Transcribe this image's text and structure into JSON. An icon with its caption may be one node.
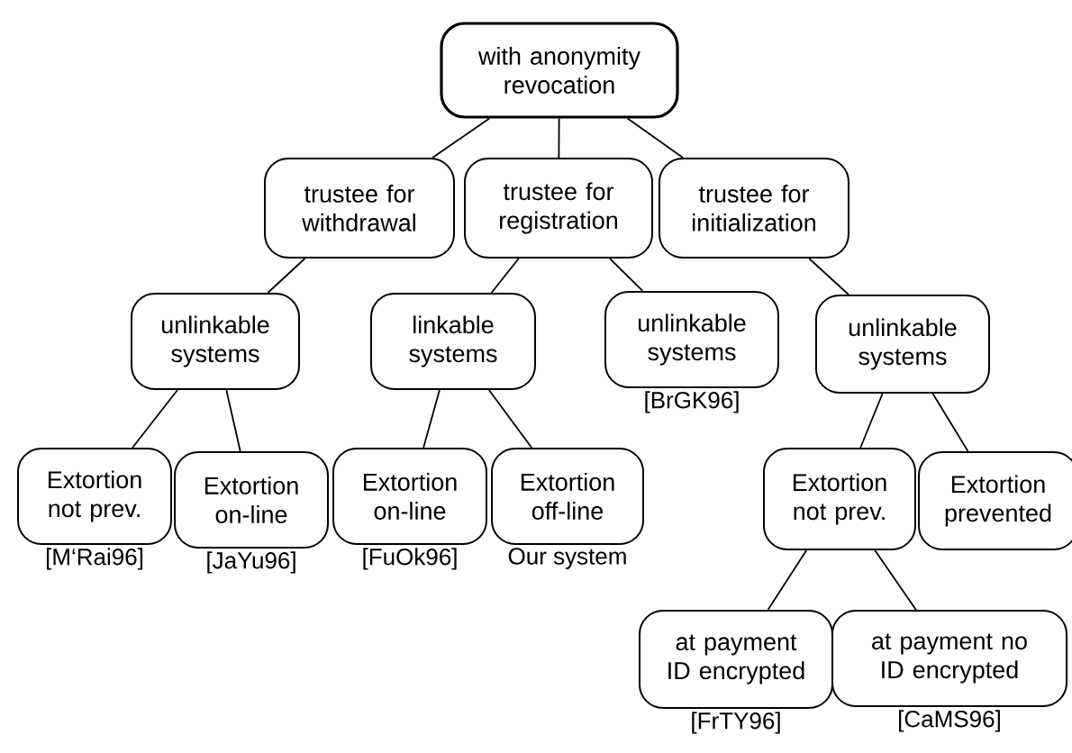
{
  "diagram": {
    "nodes": [
      {
        "text": [
          "with anonymity revocation"
        ]
      },
      {
        "text": [
          "trustee for withdrawal"
        ]
      },
      {
        "text": [
          "trustee for registration"
        ]
      },
      {
        "text": [
          "trustee for initialization"
        ]
      },
      {
        "text": [
          "unlinkable systems"
        ]
      },
      {
        "text": [
          "linkable systems"
        ]
      },
      {
        "text": [
          "unlinkable systems"
        ],
        "beside": [
          "[BrGK96]"
        ]
      },
      {
        "text": [
          "unlinkable systems"
        ]
      },
      {
        "text": [
          "Extortion not prev."
        ],
        "beside": [
          "[M‘Rai96]"
        ]
      },
      {
        "text": [
          "Extortion on-line"
        ],
        "beside": [
          "[JaYu96]"
        ]
      },
      {
        "text": [
          "Extortion on-line"
        ],
        "beside": [
          "[FuOk96]"
        ]
      },
      {
        "text": [
          "Extortion off-line"
        ],
        "beside": [
          "Our system"
        ]
      },
      {
        "text": [
          "Extortion not prev."
        ]
      },
      {
        "text": [
          "Extortion prevented"
        ]
      },
      {
        "text": [
          "at payment ID encrypted"
        ],
        "beside": [
          "[FrTY96]"
        ]
      },
      {
        "text": [
          "at payment no ID encrypted"
        ],
        "beside": [
          "[CaMS96]"
        ]
      }
    ],
    "edges": [
      {
        "from": 0,
        "to": 1,
        "arrow": "none"
      },
      {
        "from": 0,
        "to": 2,
        "arrow": "none"
      },
      {
        "from": 0,
        "to": 3,
        "arrow": "none"
      },
      {
        "from": 1,
        "to": 4,
        "arrow": "none"
      },
      {
        "from": 2,
        "to": 5,
        "arrow": "none"
      },
      {
        "from": 2,
        "to": 6,
        "arrow": "none"
      },
      {
        "from": 3,
        "to": 7,
        "arrow": "none"
      },
      {
        "from": 4,
        "to": 8,
        "arrow": "none"
      },
      {
        "from": 4,
        "to": 9,
        "arrow": "none"
      },
      {
        "from": 5,
        "to": 10,
        "arrow": "none"
      },
      {
        "from": 5,
        "to": 11,
        "arrow": "none"
      },
      {
        "from": 7,
        "to": 12,
        "arrow": "none"
      },
      {
        "from": 7,
        "to": 13,
        "arrow": "none"
      },
      {
        "from": 12,
        "to": 14,
        "arrow": "none"
      },
      {
        "from": 12,
        "to": 15,
        "arrow": "none"
      }
    ]
  }
}
